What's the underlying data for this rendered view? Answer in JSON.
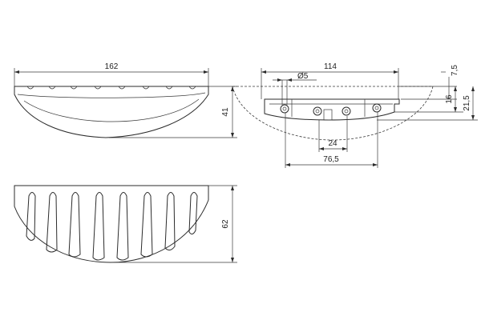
{
  "drawing": {
    "front_view": {
      "width_label": "162",
      "height_label": "41"
    },
    "side_view": {
      "width_label": "114",
      "hole_label": "Ø5",
      "offset_label": "7,5",
      "bracket_height_label": "16",
      "total_height_label": "21,5",
      "slot_label": "24",
      "bracket_width_label": "76,5"
    },
    "bottom_view": {
      "depth_label": "62"
    }
  },
  "colors": {
    "line": "#2b2b2b",
    "background": "#ffffff"
  }
}
